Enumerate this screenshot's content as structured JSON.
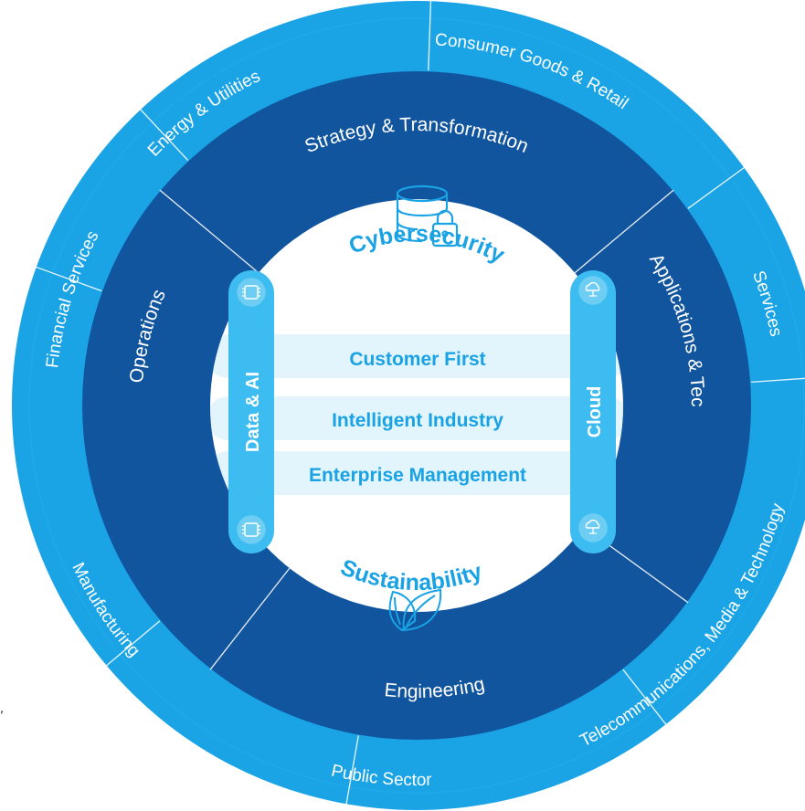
{
  "outer_ring": {
    "segments": [
      {
        "label": "Consumer Goods & Retail"
      },
      {
        "label": "Services"
      },
      {
        "label": "Telecommunications, Media & Technology"
      },
      {
        "label": "Public Sector"
      },
      {
        "label": "Manufacturing"
      },
      {
        "label": "Financial Services"
      },
      {
        "label": "Energy & Utilities"
      }
    ]
  },
  "middle_ring": {
    "segments": [
      {
        "label": "Strategy & Transformation"
      },
      {
        "label": "Applications & Technology"
      },
      {
        "label": "Engineering"
      },
      {
        "label": "Operations"
      }
    ]
  },
  "core": {
    "top_label": "Cybersecurity",
    "bottom_label": "Sustainability",
    "left_pillar": "Data & AI",
    "right_pillar": "Cloud",
    "bands": [
      {
        "label": "Customer First"
      },
      {
        "label": "Intelligent Industry"
      },
      {
        "label": "Enterprise Management"
      }
    ]
  },
  "icons": {
    "top": "database-lock-icon",
    "bottom": "leaf-icon",
    "left_pillar": "circuit-chip-icon",
    "right_pillar": "cloud-network-icon"
  },
  "colors": {
    "outer_ring": "#1aa4e6",
    "outer_ring_light": "#27b3ef",
    "middle_ring": "#12559f",
    "core_text": "#19a2e4",
    "band": "#e2f4fc",
    "pillar": "#3cbcf0",
    "divider": "#ffffff"
  },
  "edge_fragment": {
    "text": ","
  }
}
